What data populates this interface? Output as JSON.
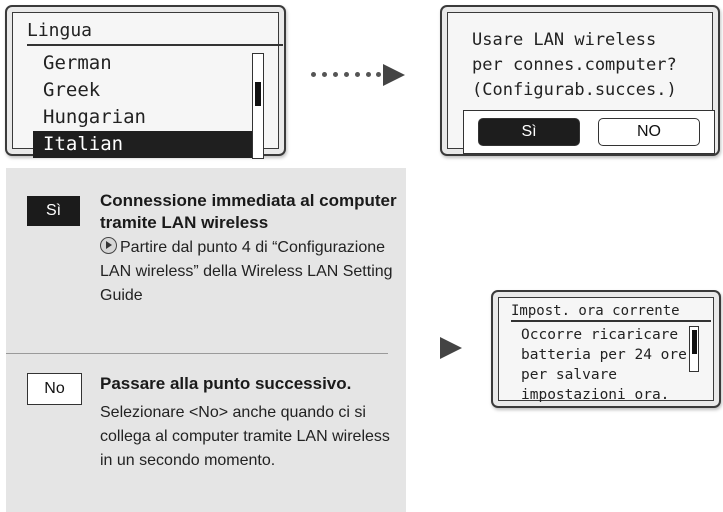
{
  "screen_language": {
    "title": "Lingua",
    "items": [
      "German",
      "Greek",
      "Hungarian",
      "Italian"
    ],
    "selected": "Italian"
  },
  "screen_wireless": {
    "prompt_lines": [
      "Usare LAN wireless",
      "per connes.computer?",
      "(Configurab.succes.)"
    ],
    "yes_label": "Sì",
    "no_label": "NO"
  },
  "options": {
    "yes": {
      "tag": "Sì",
      "heading": "Connessione immediata al computer tramite LAN wireless",
      "body": "Partire dal punto 4 di “Configurazione LAN wireless” della Wireless LAN Setting Guide",
      "icon": "arrow-circle-icon"
    },
    "no": {
      "tag": "No",
      "heading": "Passare alla punto successivo.",
      "body": "Selezionare <No> anche quando ci si collega al computer tramite LAN wireless in un secondo momento."
    }
  },
  "screen_time": {
    "title": "Impost. ora corrente",
    "lines": [
      "Occorre ricaricare",
      "batteria per 24 ore",
      "per salvare",
      "impostazioni ora."
    ]
  }
}
